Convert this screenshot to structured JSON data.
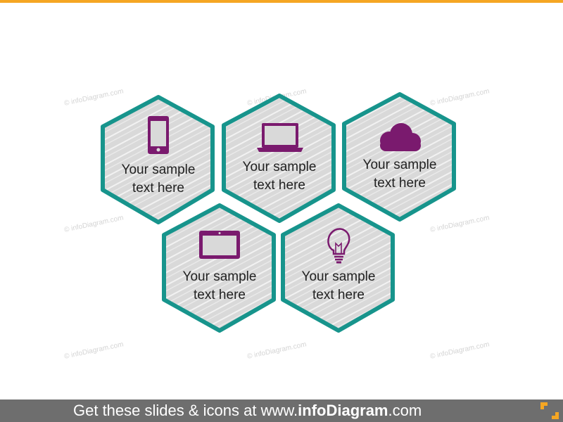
{
  "accent_colors": {
    "frame": "#17948c",
    "icon": "#7a1a6e",
    "fill": "#d9d9d9",
    "top_bar": "#f5a623",
    "footer_bg": "#6e6e6e"
  },
  "watermark": "© infoDiagram.com",
  "hexagons": [
    {
      "icon": "smartphone-icon",
      "line1": "Your sample",
      "line2": "text here"
    },
    {
      "icon": "laptop-icon",
      "line1": "Your sample",
      "line2": "text here"
    },
    {
      "icon": "cloud-icon",
      "line1": "Your sample",
      "line2": "text here"
    },
    {
      "icon": "tablet-icon",
      "line1": "Your sample",
      "line2": "text here"
    },
    {
      "icon": "lightbulb-icon",
      "line1": "Your sample",
      "line2": "text here"
    }
  ],
  "footer": {
    "prefix": "Get these slides & icons at www.",
    "brand": "infoDiagram",
    "suffix": ".com"
  }
}
